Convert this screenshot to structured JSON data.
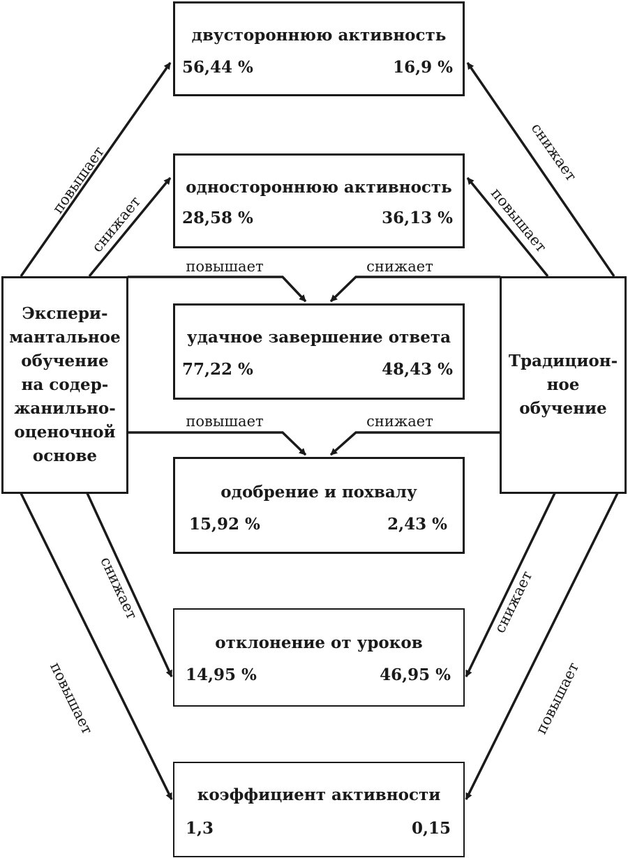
{
  "left_node": "Экспери-\nмантальное\nобучение\nна содер-\nжанильно-\nоценочной\nоснове",
  "right_node": "Традицион-\nное\nобучение",
  "indicators": [
    {
      "title": "двустороннюю активность",
      "experimental": "56,44 %",
      "traditional": "16,9 %",
      "exp_effect": "повышает",
      "trad_effect": "снижает"
    },
    {
      "title": "одностороннюю активность",
      "experimental": "28,58 %",
      "traditional": "36,13 %",
      "exp_effect": "снижает",
      "trad_effect": "повышает"
    },
    {
      "title": "удачное завершение ответа",
      "experimental": "77,22 %",
      "traditional": "48,43 %",
      "exp_effect": "повышает",
      "trad_effect": "снижает"
    },
    {
      "title": "одобрение и похвалу",
      "experimental": "15,92 %",
      "traditional": "2,43 %",
      "exp_effect": "повышает",
      "trad_effect": "снижает"
    },
    {
      "title": "отклонение от уроков",
      "experimental": "14,95 %",
      "traditional": "46,95 %",
      "exp_effect": "снижает",
      "trad_effect": "снижает"
    },
    {
      "title": "коэффициент активности",
      "experimental": "1,3",
      "traditional": "0,15",
      "exp_effect": "повышает",
      "trad_effect": "повышает"
    }
  ]
}
